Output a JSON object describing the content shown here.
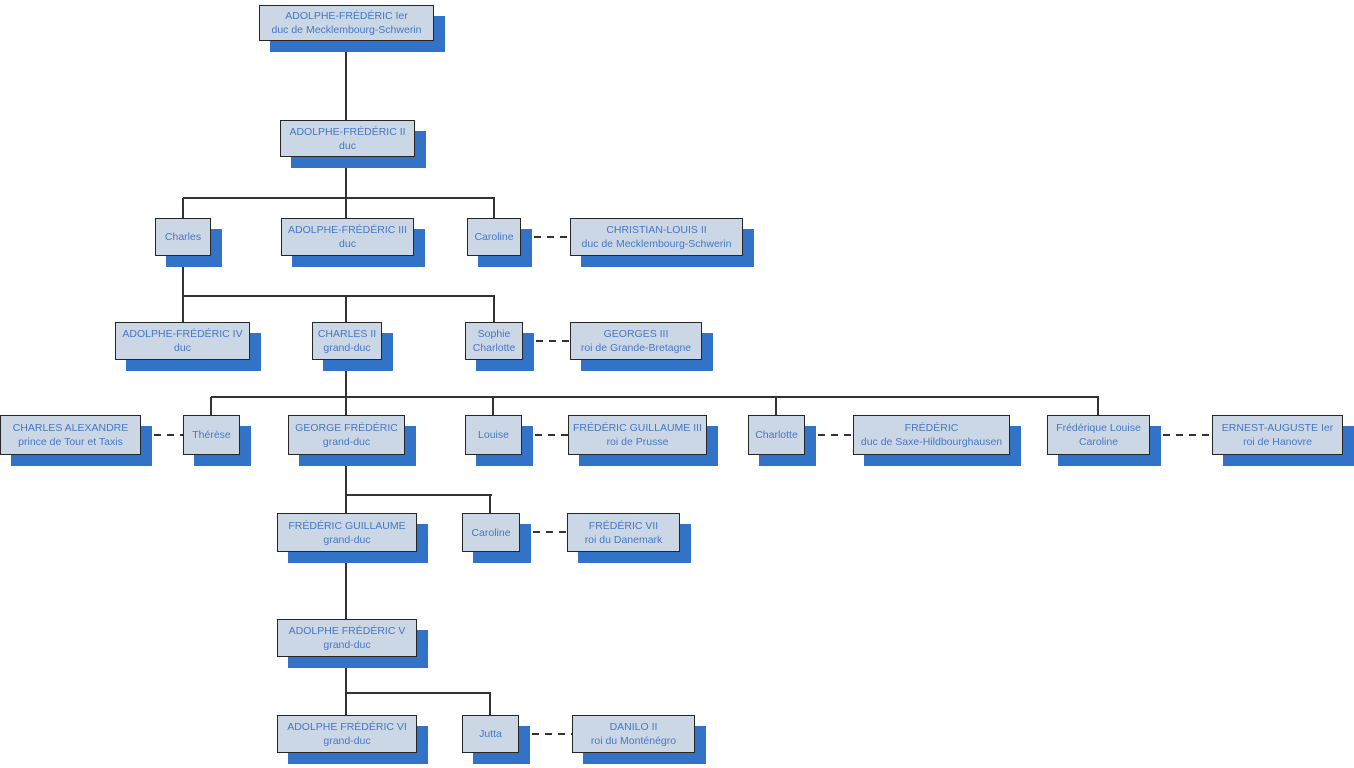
{
  "diagram": {
    "type": "family-tree",
    "colors": {
      "box_fill": "#ccd7e6",
      "box_border": "#262626",
      "text": "#4577c4",
      "shadow": "#3273c8",
      "line": "#333333"
    },
    "nodes": [
      {
        "id": "adolphe-frederic-1",
        "line1": "ADOLPHE-FRÉDÉRIC Ier",
        "line2": "duc de Mecklembourg-Schwerin"
      },
      {
        "id": "adolphe-frederic-2",
        "line1": "ADOLPHE-FRÉDÉRIC II",
        "line2": "duc"
      },
      {
        "id": "charles",
        "line1": "Charles",
        "line2": ""
      },
      {
        "id": "adolphe-frederic-3",
        "line1": "ADOLPHE-FRÉDÉRIC III",
        "line2": "duc"
      },
      {
        "id": "caroline-1",
        "line1": "Caroline",
        "line2": ""
      },
      {
        "id": "christian-louis-2",
        "line1": "CHRISTIAN-LOUIS II",
        "line2": "duc de Mecklembourg-Schwerin"
      },
      {
        "id": "adolphe-frederic-4",
        "line1": "ADOLPHE-FRÉDÉRIC IV",
        "line2": "duc"
      },
      {
        "id": "charles-2",
        "line1": "CHARLES II",
        "line2": "grand-duc"
      },
      {
        "id": "sophie-charlotte",
        "line1": "Sophie",
        "line2": "Charlotte"
      },
      {
        "id": "georges-3",
        "line1": "GEORGES III",
        "line2": "roi de Grande-Bretagne"
      },
      {
        "id": "charles-alexandre",
        "line1": "CHARLES ALEXANDRE",
        "line2": "prince de Tour et Taxis"
      },
      {
        "id": "therese",
        "line1": "Thérèse",
        "line2": ""
      },
      {
        "id": "george-frederic",
        "line1": "GEORGE FRÉDÉRIC",
        "line2": "grand-duc"
      },
      {
        "id": "louise",
        "line1": "Louise",
        "line2": ""
      },
      {
        "id": "frederic-guillaume-3",
        "line1": "FRÉDÉRIC GUILLAUME III",
        "line2": "roi de Prusse"
      },
      {
        "id": "charlotte",
        "line1": "Charlotte",
        "line2": ""
      },
      {
        "id": "frederic-saxe",
        "line1": "FRÉDÉRIC",
        "line2": "duc de Saxe-Hildbourghausen"
      },
      {
        "id": "frederique-louise-caroline",
        "line1": "Frédérique Louise",
        "line2": "Caroline"
      },
      {
        "id": "ernest-auguste-1",
        "line1": "ERNEST-AUGUSTE Ier",
        "line2": "roi de Hanovre"
      },
      {
        "id": "frederic-guillaume",
        "line1": "FRÉDÉRIC GUILLAUME",
        "line2": "grand-duc"
      },
      {
        "id": "caroline-2",
        "line1": "Caroline",
        "line2": ""
      },
      {
        "id": "frederic-7",
        "line1": "FRÉDÉRIC VII",
        "line2": "roi du Danemark"
      },
      {
        "id": "adolphe-frederic-5",
        "line1": "ADOLPHE FRÉDÉRIC V",
        "line2": "grand-duc"
      },
      {
        "id": "adolphe-frederic-6",
        "line1": "ADOLPHE FRÉDÉRIC VI",
        "line2": "grand-duc"
      },
      {
        "id": "jutta",
        "line1": "Jutta",
        "line2": ""
      },
      {
        "id": "danilo-2",
        "line1": "DANILO II",
        "line2": "roi du Monténégro"
      }
    ],
    "relations": {
      "children": {
        "adolphe-frederic-1": [
          "adolphe-frederic-2"
        ],
        "adolphe-frederic-2": [
          "charles",
          "adolphe-frederic-3",
          "caroline-1"
        ],
        "charles": [
          "adolphe-frederic-4",
          "charles-2",
          "sophie-charlotte"
        ],
        "charles-2": [
          "therese",
          "george-frederic",
          "louise",
          "charlotte",
          "frederique-louise-caroline"
        ],
        "george-frederic": [
          "frederic-guillaume",
          "caroline-2"
        ],
        "frederic-guillaume": [
          "adolphe-frederic-5"
        ],
        "adolphe-frederic-5": [
          "adolphe-frederic-6",
          "jutta"
        ]
      },
      "couples": [
        [
          "caroline-1",
          "christian-louis-2"
        ],
        [
          "sophie-charlotte",
          "georges-3"
        ],
        [
          "charles-alexandre",
          "therese"
        ],
        [
          "louise",
          "frederic-guillaume-3"
        ],
        [
          "charlotte",
          "frederic-saxe"
        ],
        [
          "frederique-louise-caroline",
          "ernest-auguste-1"
        ],
        [
          "caroline-2",
          "frederic-7"
        ],
        [
          "jutta",
          "danilo-2"
        ]
      ]
    }
  }
}
